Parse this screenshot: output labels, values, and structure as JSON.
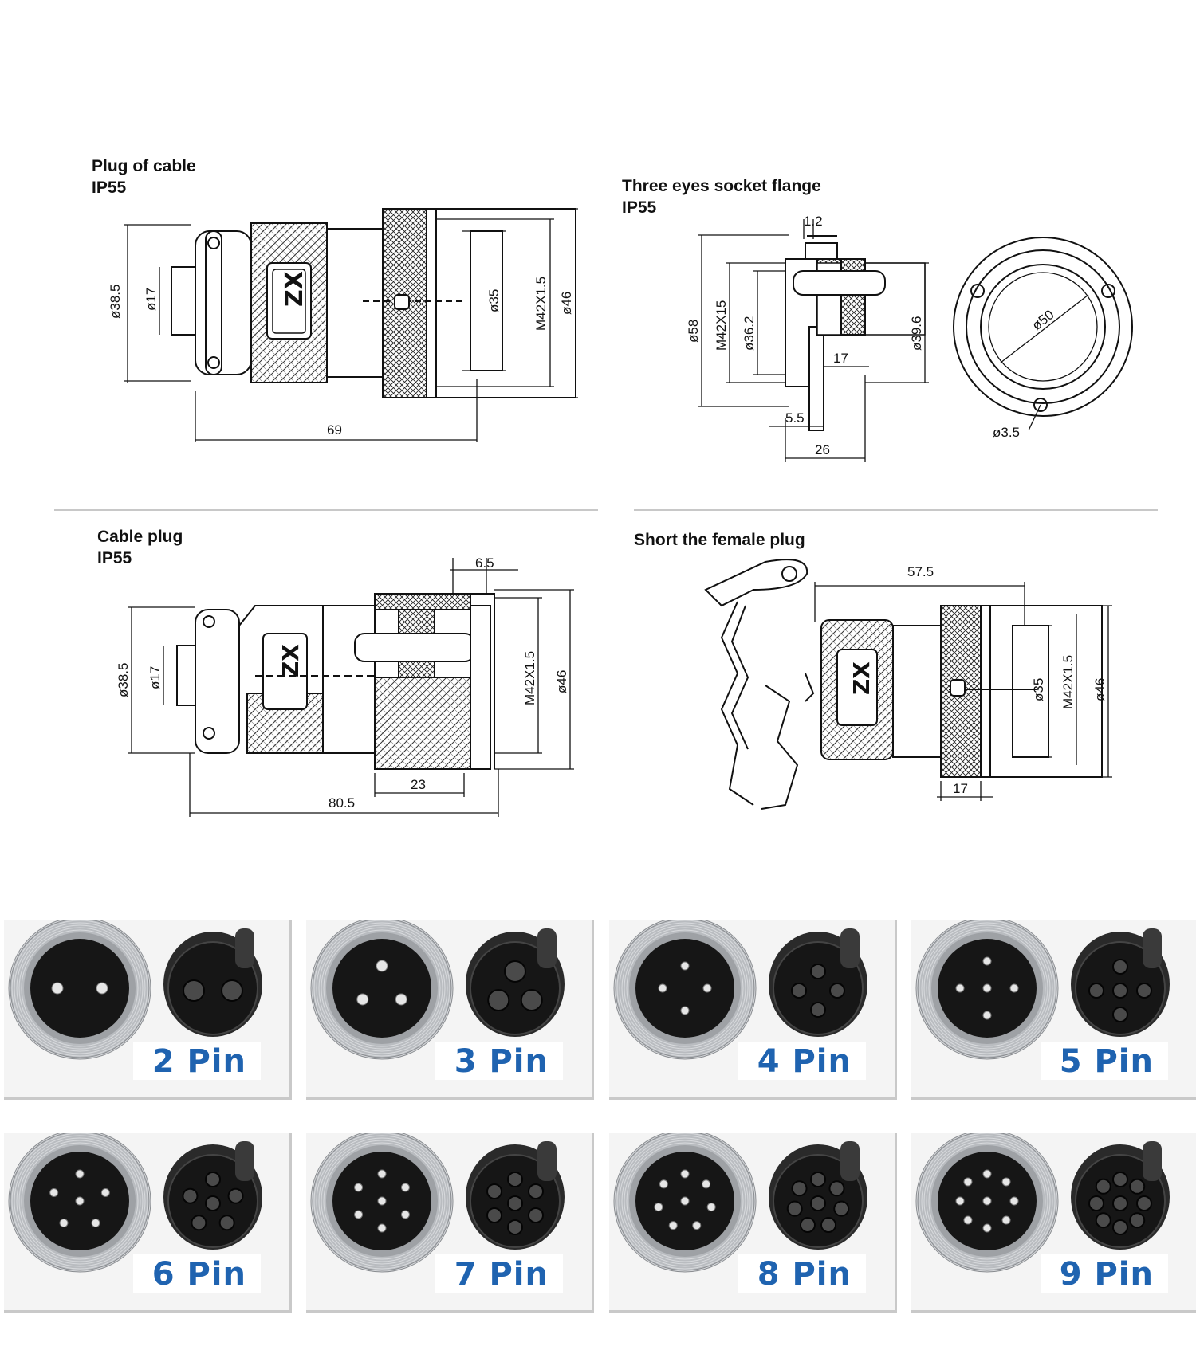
{
  "drawings": {
    "plug_of_cable": {
      "title_line1": "Plug of cable",
      "title_line2": "IP55",
      "dims": {
        "d_outer_left": "ø38.5",
        "d_inner": "ø17",
        "d_thread_inner": "ø35",
        "thread": "M42X1.5",
        "d_outer_right": "ø46",
        "length": "69"
      }
    },
    "three_eyes_socket_flange": {
      "title_line1": "Three eyes socket flange",
      "title_line2": "IP55",
      "dims": {
        "top": "1.2",
        "d58": "ø58",
        "thread": "M42X15",
        "d362": "ø36.2",
        "d396": "ø39.6",
        "d17": "17",
        "d50": "ø50",
        "d35": "ø3.5",
        "w5": "5.5",
        "w26": "26"
      }
    },
    "cable_plug": {
      "title_line1": "Cable plug",
      "title_line2": "IP55",
      "dims": {
        "top": "6.5",
        "d385": "ø38.5",
        "d17": "ø17",
        "thread": "M42X1.5",
        "d46": "ø46",
        "w23": "23",
        "len": "80.5"
      }
    },
    "short_female_plug": {
      "title_line1": "Short the female plug",
      "dims": {
        "top": "57.5",
        "d35": "ø35",
        "thread": "M42X1.5",
        "d46": "ø46",
        "w17": "17"
      }
    }
  },
  "pins": [
    {
      "label": "2 Pin",
      "count": 2
    },
    {
      "label": "3 Pin",
      "count": 3
    },
    {
      "label": "4 Pin",
      "count": 4
    },
    {
      "label": "5 Pin",
      "count": 5
    },
    {
      "label": "6 Pin",
      "count": 6
    },
    {
      "label": "7 Pin",
      "count": 7
    },
    {
      "label": "8 Pin",
      "count": 8
    },
    {
      "label": "9 Pin",
      "count": 9
    }
  ],
  "colors": {
    "pin_label": "#1f63b0",
    "metal": "#b9bcc0",
    "insulator": "#161616"
  }
}
